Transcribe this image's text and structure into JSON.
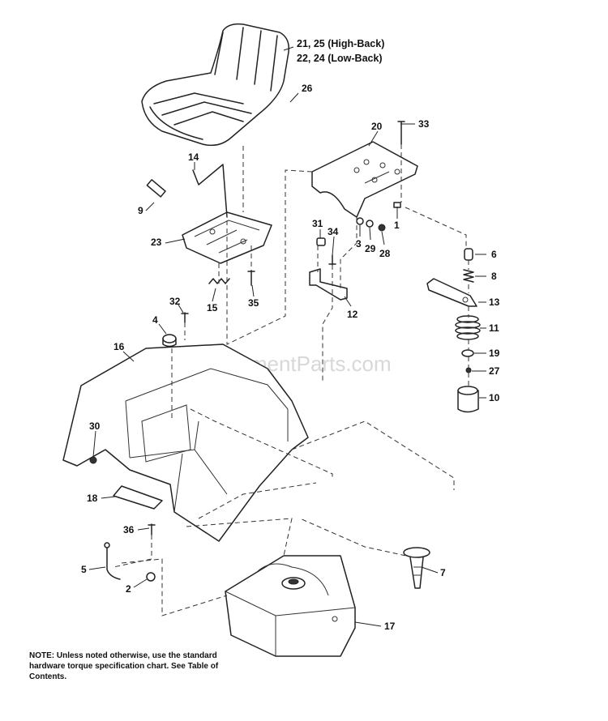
{
  "watermark": "eReplacementParts.com",
  "note": "NOTE: Unless noted otherwise, use the standard hardware torque specification chart. See Table of Contents.",
  "callouts": {
    "seat_high": "21, 25 (High-Back)",
    "seat_low": "22, 24 (Low-Back)",
    "c1": "1",
    "c2": "2",
    "c3": "3",
    "c4": "4",
    "c5": "5",
    "c6": "6",
    "c7": "7",
    "c8": "8",
    "c9": "9",
    "c10": "10",
    "c11": "11",
    "c12": "12",
    "c13": "13",
    "c14": "14",
    "c15": "15",
    "c16": "16",
    "c17": "17",
    "c18": "18",
    "c19": "19",
    "c20": "20",
    "c23": "23",
    "c26": "26",
    "c27": "27",
    "c28": "28",
    "c29": "29",
    "c30": "30",
    "c31": "31",
    "c32": "32",
    "c33": "33",
    "c34": "34",
    "c35": "35",
    "c36": "36"
  }
}
